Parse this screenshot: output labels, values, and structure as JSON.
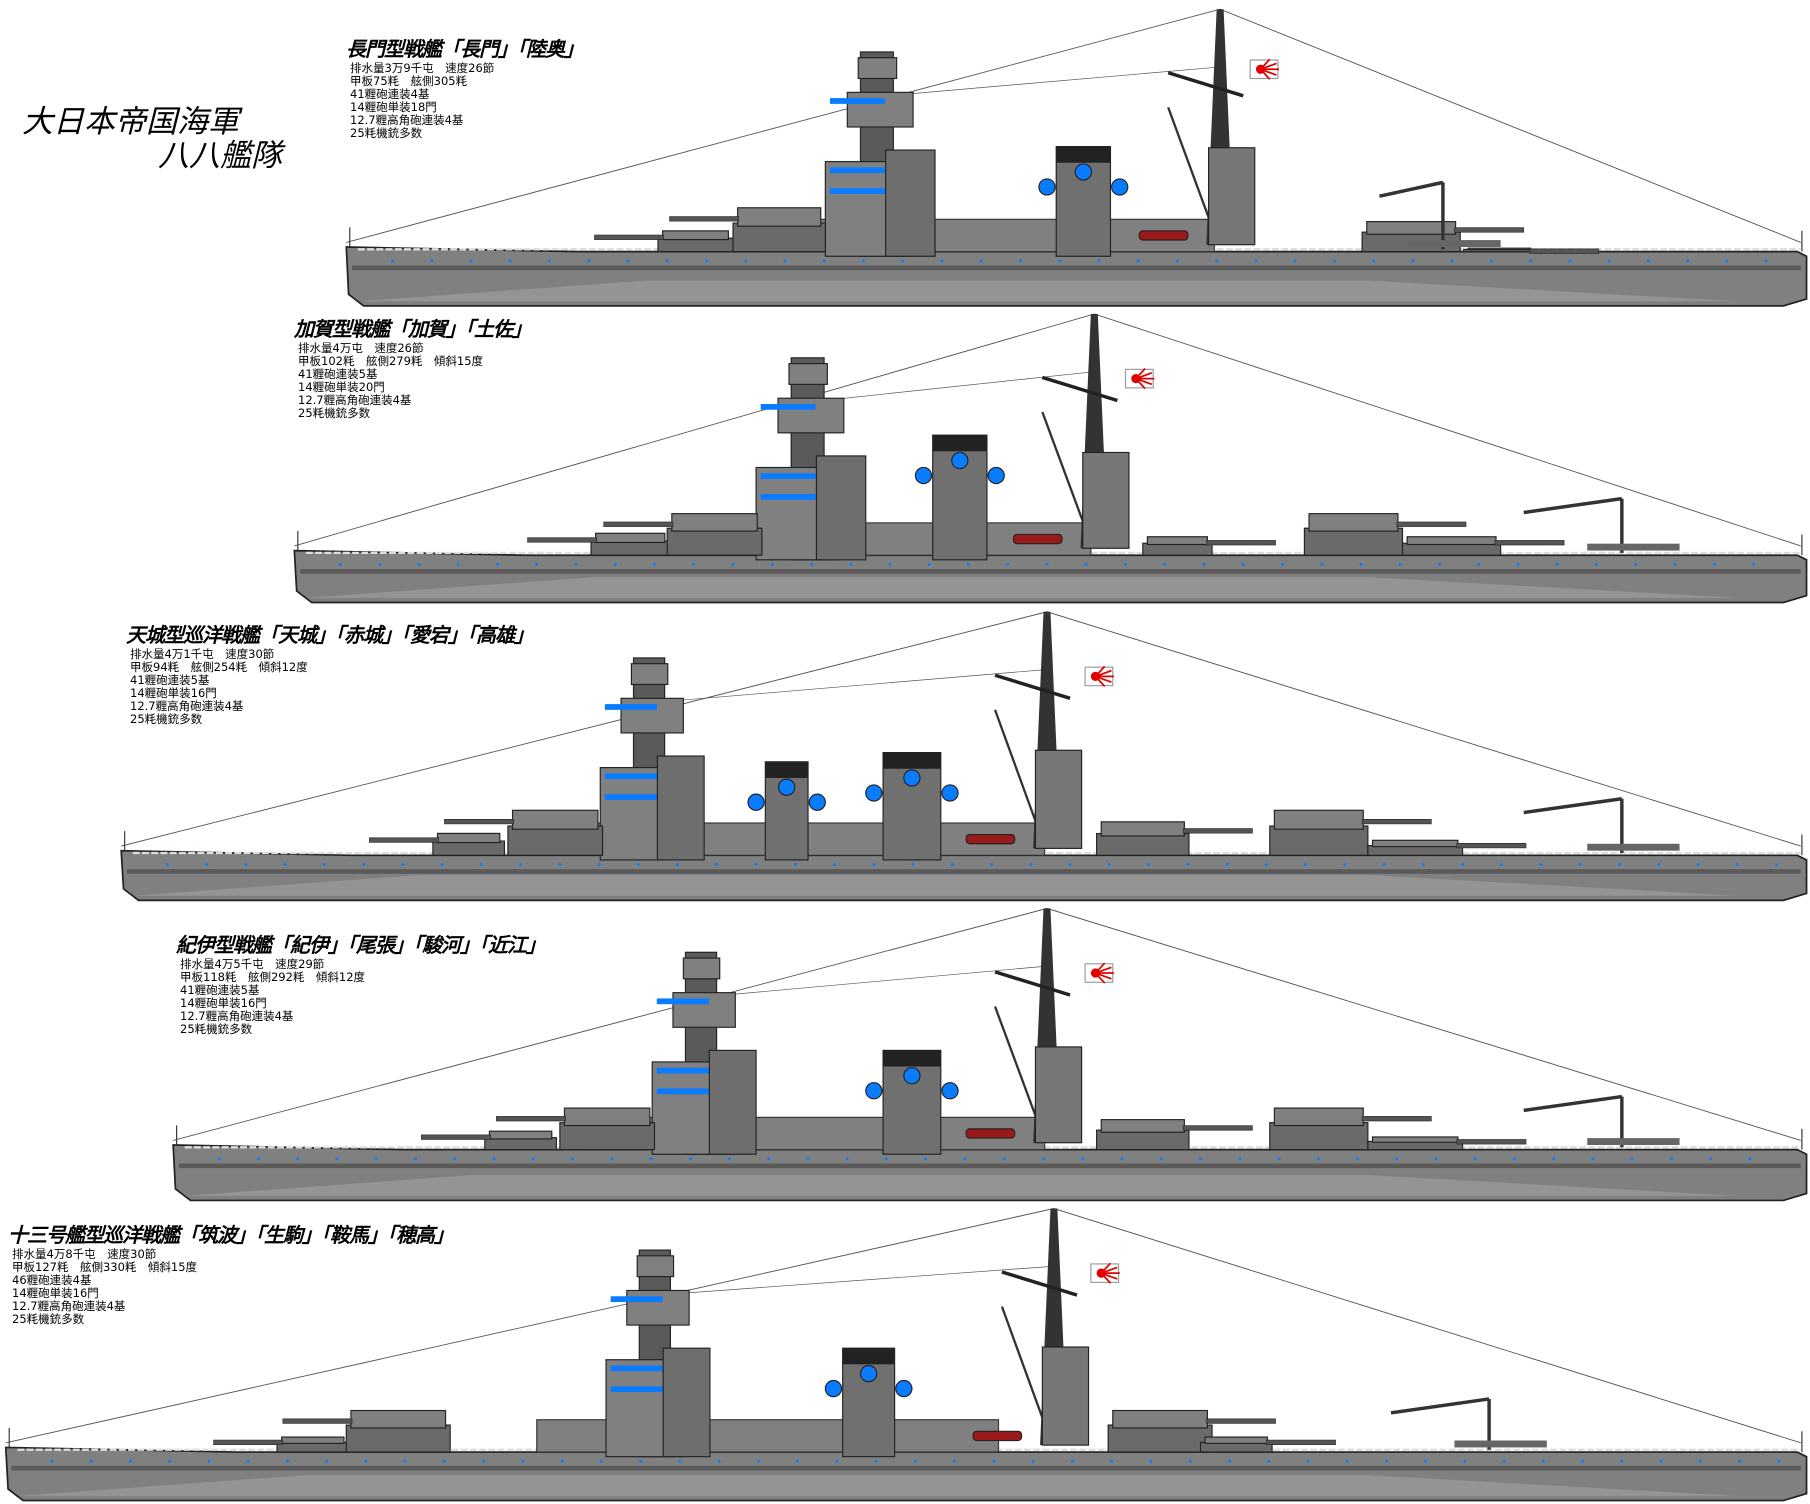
{
  "title": {
    "line1": "大日本帝国海軍",
    "line2": "八八艦隊"
  },
  "ships": [
    {
      "title": "長門型戦艦「長門」「陸奥」",
      "specs": [
        "排水量3万9千屯　速度26節",
        "甲板75粍　舷側305粍",
        "41糎砲連装4基",
        "14糎砲単装18門",
        "12.7糎高角砲連装4基",
        "25粍機銃多数"
      ]
    },
    {
      "title": "加賀型戦艦「加賀」「土佐」",
      "specs": [
        "排水量4万屯　速度26節",
        "甲板102粍　舷側279粍　傾斜15度",
        "41糎砲連装5基",
        "14糎砲単装20門",
        "12.7糎高角砲連装4基",
        "25粍機銃多数"
      ]
    },
    {
      "title": "天城型巡洋戦艦「天城」「赤城」「愛宕」「高雄」",
      "specs": [
        "排水量4万1千屯　速度30節",
        "甲板94粍　舷側254粍　傾斜12度",
        "41糎砲連装5基",
        "14糎砲単装16門",
        "12.7糎高角砲連装4基",
        "25粍機銃多数"
      ]
    },
    {
      "title": "紀伊型戦艦「紀伊」「尾張」「駿河」「近江」",
      "specs": [
        "排水量4万5千屯　速度29節",
        "甲板118粍　舷側292粍　傾斜12度",
        "41糎砲連装5基",
        "14糎砲単装16門",
        "12.7糎高角砲連装4基",
        "25粍機銃多数"
      ]
    },
    {
      "title": "十三号艦型巡洋戦艦「筑波」「生駒」「鞍馬」「穂高」",
      "specs": [
        "排水量4万8千屯　速度30節",
        "甲板127粍　舷側330粍　傾斜15度",
        "46糎砲連装4基",
        "14糎砲単装16門",
        "12.7糎高角砲連装4基",
        "25粍機銃多数"
      ]
    }
  ],
  "colors": {
    "hull": "#808080",
    "hull_dark": "#5a5a5a",
    "hull_light": "#a8a8a8",
    "window": "#0a7cff",
    "deck_wood": "#8b4a20",
    "flag_red": "#e00000",
    "rigging": "#555555"
  }
}
